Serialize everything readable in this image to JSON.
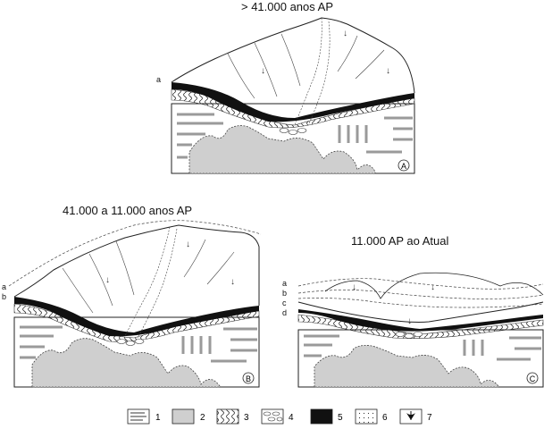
{
  "panels": [
    {
      "title": "> 41.000 anos AP",
      "letter": "A",
      "levels": [
        "a"
      ]
    },
    {
      "title": "41.000 a 11.000 anos AP",
      "letter": "B",
      "levels": [
        "a",
        "b"
      ]
    },
    {
      "title": "11.000 AP ao Atual",
      "letter": "C",
      "levels": [
        "a",
        "b",
        "c",
        "d"
      ]
    }
  ],
  "legend": [
    "1",
    "2",
    "3",
    "4",
    "5",
    "6",
    "7"
  ],
  "colors": {
    "bedrock": "#cfcfcf",
    "line": "#222222",
    "strata": "#9a9a9a",
    "paleosol": "#111111"
  }
}
